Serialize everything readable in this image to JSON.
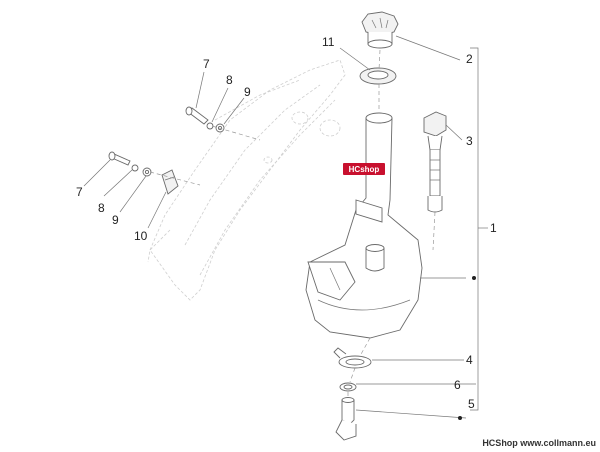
{
  "callouts": {
    "c1": "1",
    "c2": "2",
    "c3": "3",
    "c4": "4",
    "c5": "5",
    "c6": "6",
    "c7a": "7",
    "c7b": "7",
    "c8a": "8",
    "c8b": "8",
    "c9a": "9",
    "c9b": "9",
    "c10": "10",
    "c11": "11"
  },
  "watermark": {
    "text": "HCshop"
  },
  "footer": {
    "text": "HCShop www.collmann.eu"
  }
}
